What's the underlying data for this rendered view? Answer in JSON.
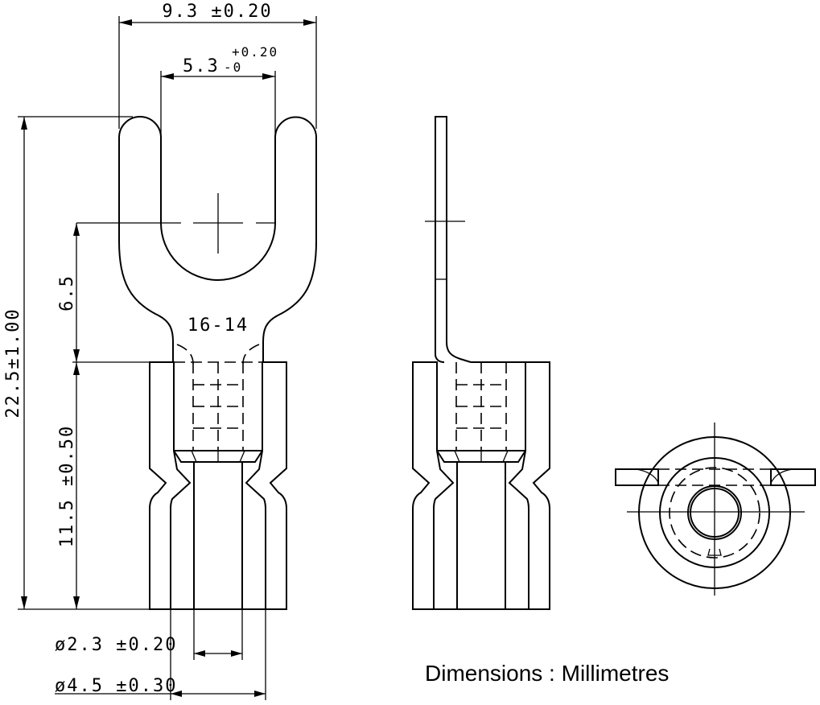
{
  "drawing": {
    "dims": {
      "overall_width": "9.3 ±0.20",
      "slot_width": "5.3",
      "slot_tol_upper": "+0.20",
      "slot_tol_lower": "-0",
      "overall_length": "22.5±1.00",
      "hole_to_sleeve": "6.5",
      "sleeve_length": "11.5 ±0.50",
      "barrel_id": "ø2.3 ±0.20",
      "sleeve_id": "ø4.5 ±0.30"
    },
    "wire_range": "16-14",
    "units_note": "Dimensions : Millimetres"
  }
}
